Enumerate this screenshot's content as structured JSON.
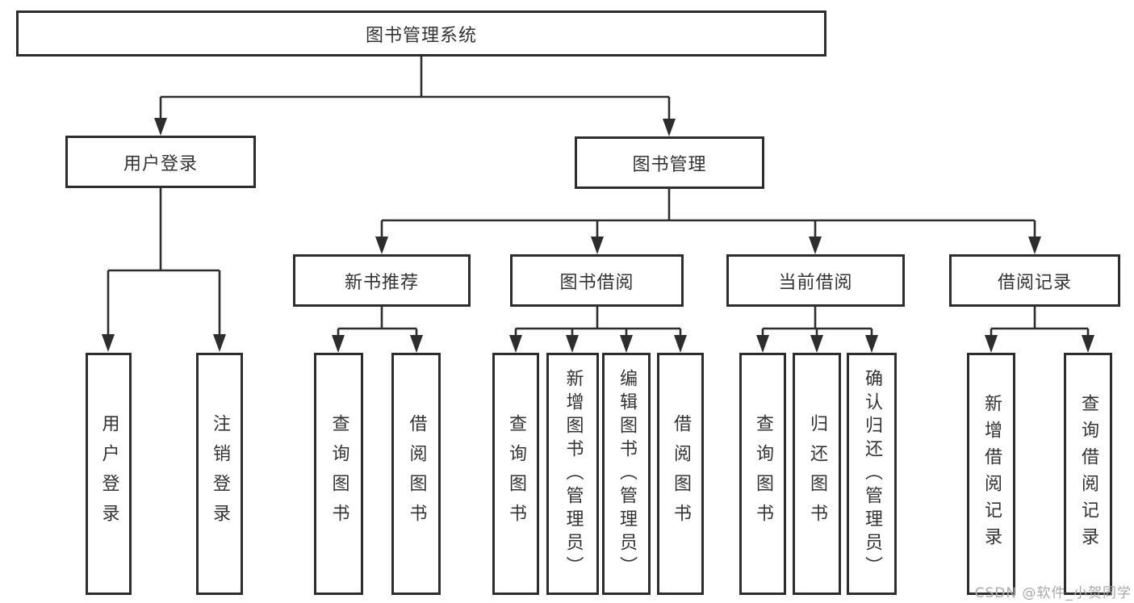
{
  "tree": {
    "root": {
      "label": "图书管理系统",
      "children": [
        {
          "label": "用户登录",
          "children": [
            {
              "label": "用户登录"
            },
            {
              "label": "注销登录"
            }
          ]
        },
        {
          "label": "图书管理",
          "children": [
            {
              "label": "新书推荐",
              "children": [
                {
                  "label": "查询图书"
                },
                {
                  "label": "借阅图书"
                }
              ]
            },
            {
              "label": "图书借阅",
              "children": [
                {
                  "label": "查询图书"
                },
                {
                  "label": "新增图书（管理员）"
                },
                {
                  "label": "编辑图书（管理员）"
                },
                {
                  "label": "借阅图书"
                }
              ]
            },
            {
              "label": "当前借阅",
              "children": [
                {
                  "label": "查询图书"
                },
                {
                  "label": "归还图书"
                },
                {
                  "label": "确认归还（管理员）"
                }
              ]
            },
            {
              "label": "借阅记录",
              "children": [
                {
                  "label": "新增借阅记录"
                },
                {
                  "label": "查询借阅记录"
                }
              ]
            }
          ]
        }
      ]
    }
  },
  "watermark": {
    "text": "CSDN @软件_小贺同学"
  },
  "colors": {
    "line": "#2d2d2d",
    "box_border": "#2d2d2d",
    "text": "#333333",
    "watermark": "#a6a9ad",
    "background": "#ffffff"
  }
}
